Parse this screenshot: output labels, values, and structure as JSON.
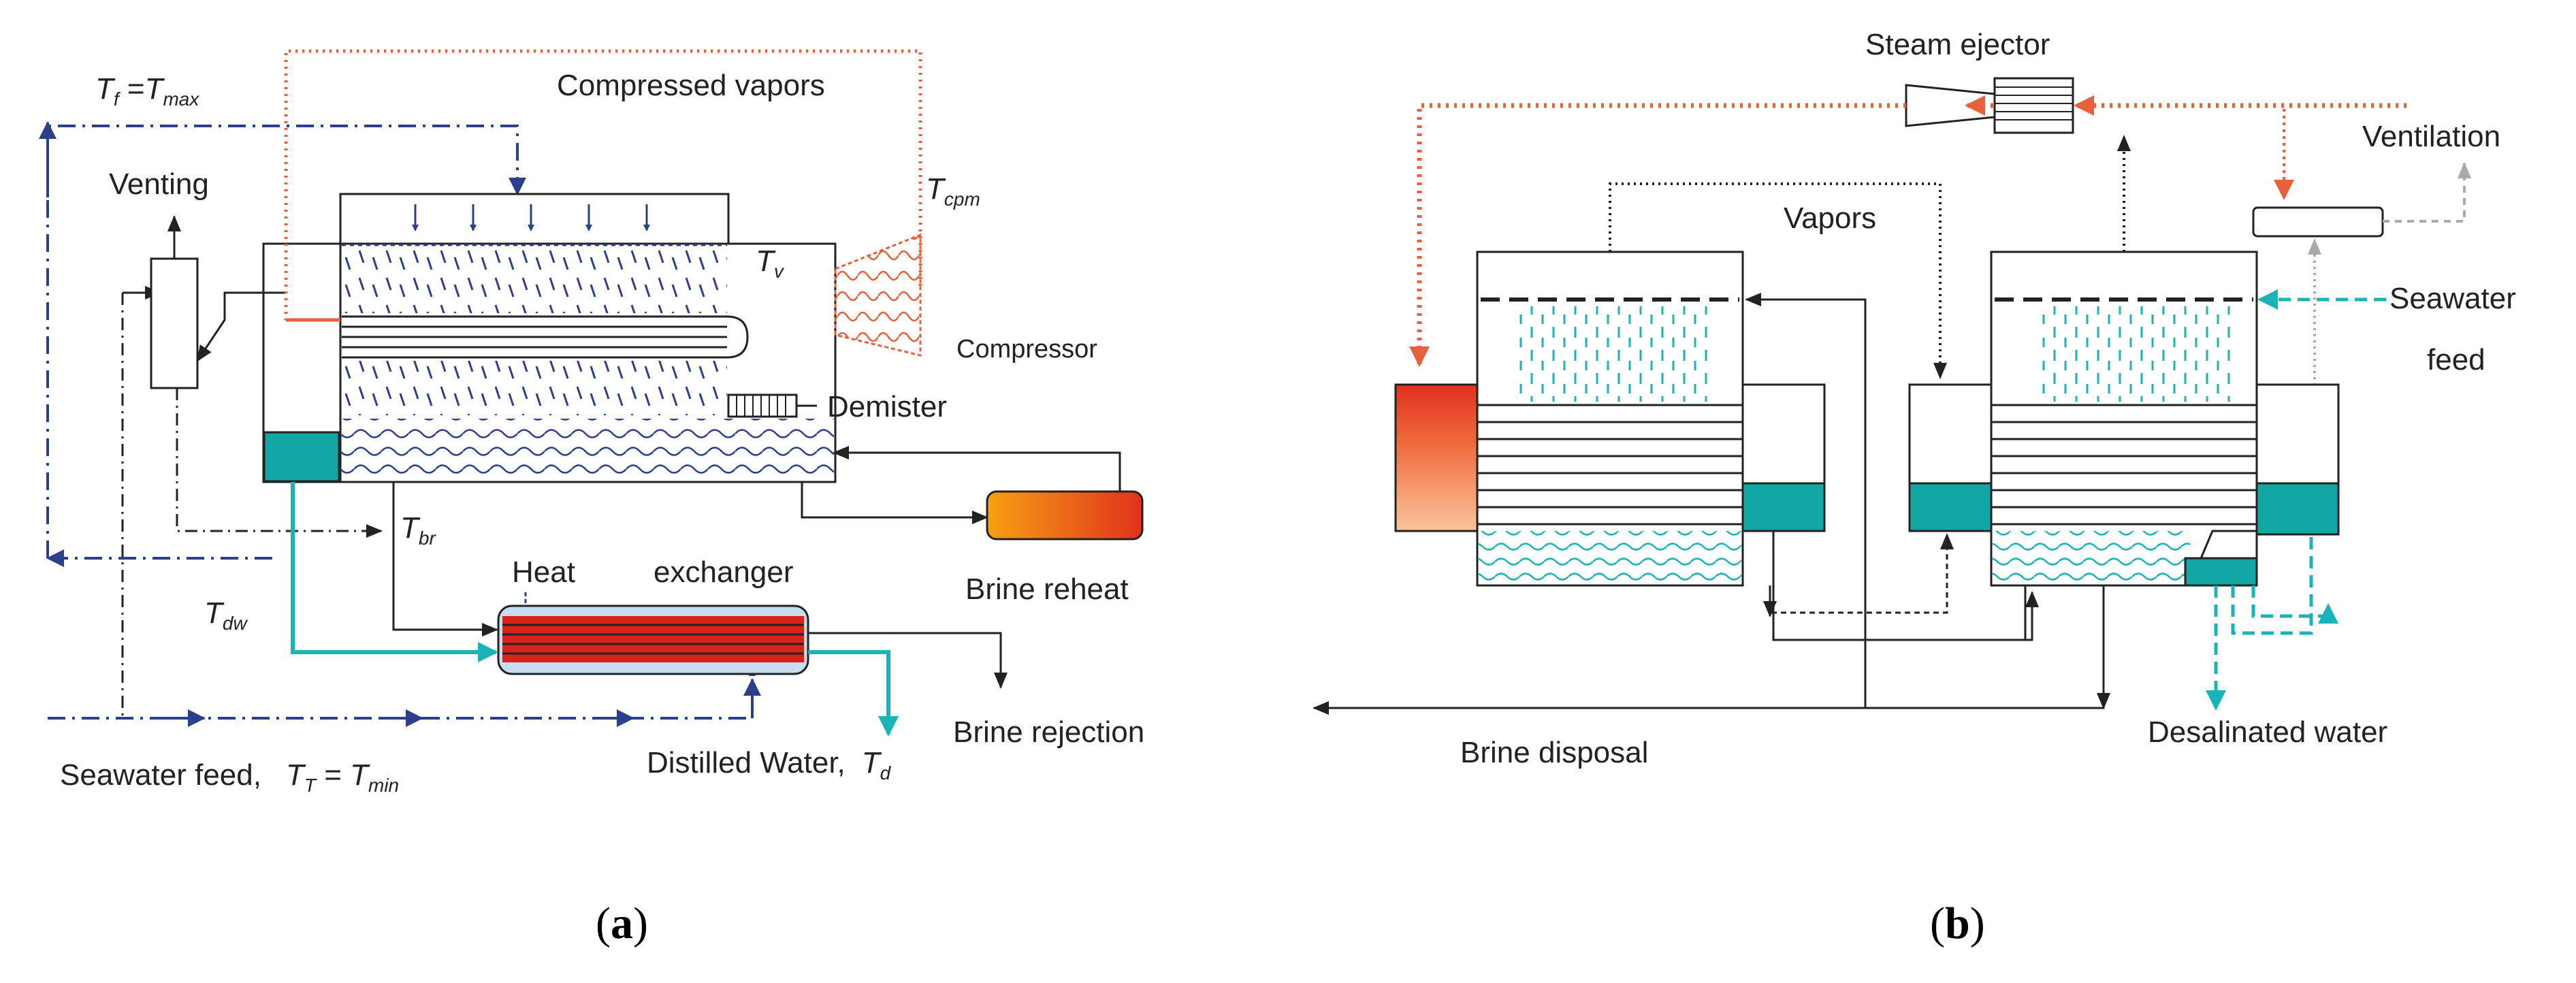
{
  "colors": {
    "navy": "#2b3f8c",
    "red": "#e8603c",
    "teal": "#19b3b8",
    "tealFill": "#12a6a4",
    "black": "#222222",
    "gray": "#aaaaaa",
    "heaterOrange": "#f28a12",
    "heaterRed": "#e0321e",
    "hxBody": "#c8dcef",
    "hxTube": "#d8231b"
  },
  "panel_a": {
    "caption": "a",
    "labels": {
      "compressed_vapors": "Compressed vapors",
      "venting": "Venting",
      "compressor": "Compressor",
      "demister": "Demister",
      "heat": "Heat",
      "exchanger": "exchanger",
      "brine_reheat": "Brine reheat",
      "brine_rejection": "Brine rejection",
      "seawater_feed": "Seawater feed,",
      "distilled_water": "Distilled  Water,"
    },
    "symbols": {
      "tf_main": "T",
      "tf_sub": "f",
      "tf_eq": " =",
      "tmax_main": "T",
      "tmax_sub": "max",
      "tcpm_main": "T",
      "tcpm_sub": "cpm",
      "tv_main": "T",
      "tv_sub": "v",
      "tbr_main": "T",
      "tbr_sub": "br",
      "tdw_main": "T",
      "tdw_sub": "dw",
      "tt_main": "T",
      "tt_sub": "T",
      "tt_eq": " = ",
      "tmin_main": "T",
      "tmin_sub": "min",
      "td_main": "T",
      "td_sub": "d"
    }
  },
  "panel_b": {
    "caption": "b",
    "labels": {
      "steam_ejector": "Steam ejector",
      "ventilation": "Ventilation",
      "vapors": "Vapors",
      "seawater": "Seawater",
      "feed": "feed",
      "brine_disposal": "Brine disposal",
      "desalinated_water": "Desalinated water"
    }
  },
  "icons": [
    "arrow-head-icon",
    "wavy-brine-icon",
    "tube-bundle-icon",
    "spray-droplets-icon",
    "compressor-coil-icon"
  ]
}
